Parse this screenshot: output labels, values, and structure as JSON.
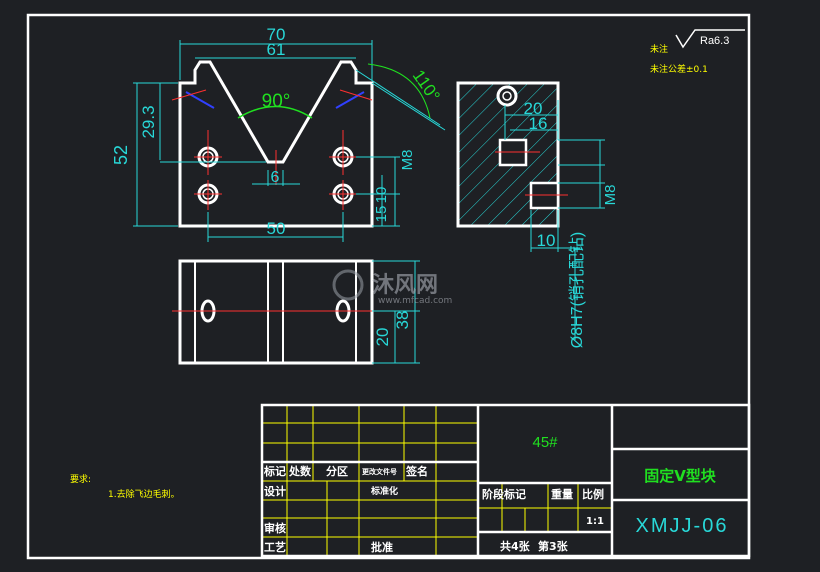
{
  "drawing": {
    "front_view": {
      "dims": {
        "overall_width": "70",
        "groove_top_width": "61",
        "groove_angle": "90°",
        "chamfer_angle": "110°",
        "total_height": "52",
        "groove_depth": "29.3",
        "groove_bottom_width": "6",
        "bottom_hole_spacing": "50",
        "hole_vertical_spacing": "10",
        "lower_hole_height": "15",
        "thread_label": "M8"
      }
    },
    "side_view": {
      "dims": {
        "width_20": "20",
        "width_16": "16",
        "depth_10": "10",
        "thread_label": "M8",
        "pin_hole_note": "Ø8H7(销孔配钻)"
      }
    },
    "top_view": {
      "dims": {
        "height_20": "20",
        "height_38": "38"
      }
    },
    "surface_finish": {
      "label_1": "未注",
      "roughness": "Ra6.3",
      "label_2": "未注公差±0.1"
    },
    "notes": {
      "heading": "要求:",
      "item_1": "1.去除飞边毛刺。"
    }
  },
  "watermark": {
    "brand": "沐风网",
    "url": "www.mfcad.com"
  },
  "title_block": {
    "material": "45#",
    "part_name": "固定V型块",
    "drawing_number": "XMJJ-06",
    "labels": {
      "mark": "标记",
      "count": "处数",
      "zone": "分区",
      "change_doc": "更改文件号",
      "signature": "签名",
      "design": "设计",
      "standardize": "标准化",
      "review": "审核",
      "process": "工艺",
      "approve": "批准",
      "stage_mark": "阶段标记",
      "weight": "重量",
      "scale": "比例"
    },
    "scale_value": "1:1",
    "sheets_total": "共4张",
    "sheet_number": "第3张"
  },
  "colors": {
    "background": "#1e2024",
    "outline": "#ffffff",
    "dimension": "#28d8d8",
    "centerline": "#ff3030",
    "hatch": "#28d8d8",
    "title_grid": "#ffff00",
    "accent_green": "#20e020",
    "chamfer_blue": "#3040ff"
  }
}
